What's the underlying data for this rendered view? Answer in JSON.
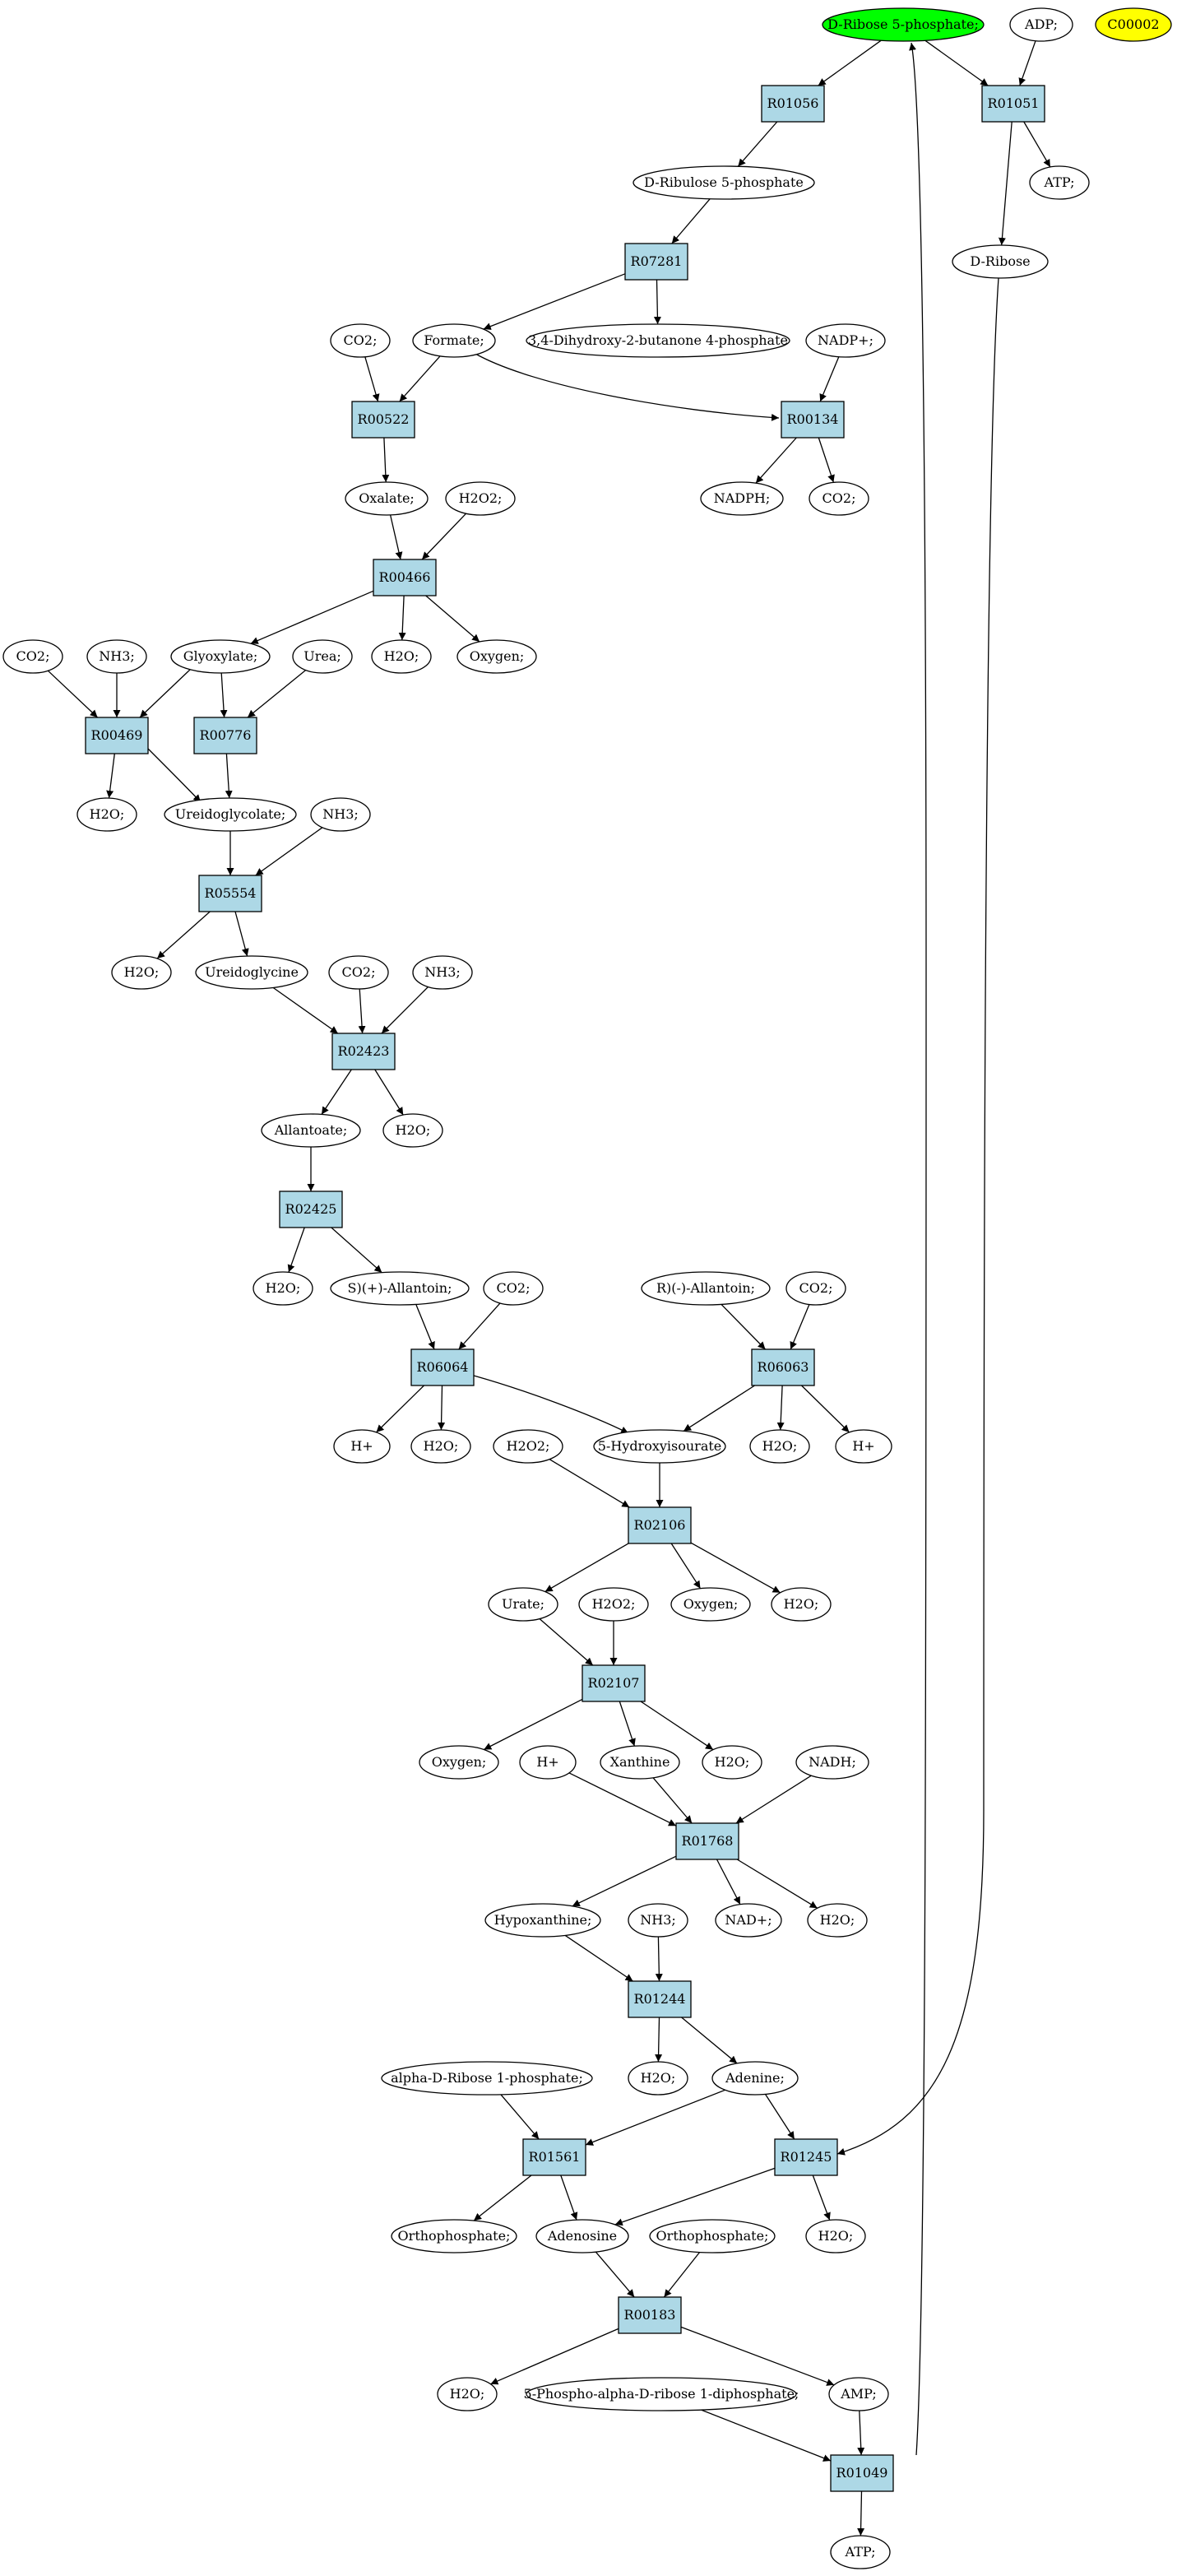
{
  "colors": {
    "reaction_fill": "#add8e6",
    "start_fill": "#00ff00",
    "highlight_fill": "#ffff00",
    "compound_fill": "#ffffff"
  },
  "nodes": [
    {
      "id": "c_r5p",
      "shape": "ellipse",
      "label": "D-Ribose 5-phosphate;",
      "fill": "start"
    },
    {
      "id": "c_adp",
      "shape": "ellipse",
      "label": "ADP;"
    },
    {
      "id": "c_c00002",
      "shape": "ellipse",
      "label": "C00002",
      "fill": "highlight"
    },
    {
      "id": "r_R01056",
      "shape": "box",
      "label": "R01056"
    },
    {
      "id": "r_R01051",
      "shape": "box",
      "label": "R01051"
    },
    {
      "id": "c_atp1",
      "shape": "ellipse",
      "label": "ATP;"
    },
    {
      "id": "c_ru5p",
      "shape": "ellipse",
      "label": "D-Ribulose 5-phosphate"
    },
    {
      "id": "c_dribose",
      "shape": "ellipse",
      "label": "D-Ribose"
    },
    {
      "id": "r_R07281",
      "shape": "box",
      "label": "R07281"
    },
    {
      "id": "c_co2_a",
      "shape": "ellipse",
      "label": "CO2;"
    },
    {
      "id": "c_formate",
      "shape": "ellipse",
      "label": "Formate;"
    },
    {
      "id": "c_dhbp",
      "shape": "ellipse",
      "label": "3,4-Dihydroxy-2-butanone 4-phosphate"
    },
    {
      "id": "c_nadp",
      "shape": "ellipse",
      "label": "NADP+;"
    },
    {
      "id": "r_R00522",
      "shape": "box",
      "label": "R00522"
    },
    {
      "id": "r_R00134",
      "shape": "box",
      "label": "R00134"
    },
    {
      "id": "c_nadph",
      "shape": "ellipse",
      "label": "NADPH;"
    },
    {
      "id": "c_co2_b",
      "shape": "ellipse",
      "label": "CO2;"
    },
    {
      "id": "c_oxalate",
      "shape": "ellipse",
      "label": "Oxalate;"
    },
    {
      "id": "c_h2o2_a",
      "shape": "ellipse",
      "label": "H2O2;"
    },
    {
      "id": "r_R00466",
      "shape": "box",
      "label": "R00466"
    },
    {
      "id": "c_co2_c",
      "shape": "ellipse",
      "label": "CO2;"
    },
    {
      "id": "c_nh3_a",
      "shape": "ellipse",
      "label": "NH3;"
    },
    {
      "id": "c_glyoxylate",
      "shape": "ellipse",
      "label": "Glyoxylate;"
    },
    {
      "id": "c_urea",
      "shape": "ellipse",
      "label": "Urea;"
    },
    {
      "id": "c_h2o_a",
      "shape": "ellipse",
      "label": "H2O;"
    },
    {
      "id": "c_oxygen_a",
      "shape": "ellipse",
      "label": "Oxygen;"
    },
    {
      "id": "r_R00469",
      "shape": "box",
      "label": "R00469"
    },
    {
      "id": "r_R00776",
      "shape": "box",
      "label": "R00776"
    },
    {
      "id": "c_h2o_b",
      "shape": "ellipse",
      "label": "H2O;"
    },
    {
      "id": "c_ureidoglycolate",
      "shape": "ellipse",
      "label": "Ureidoglycolate;"
    },
    {
      "id": "c_nh3_b",
      "shape": "ellipse",
      "label": "NH3;"
    },
    {
      "id": "r_R05554",
      "shape": "box",
      "label": "R05554"
    },
    {
      "id": "c_h2o_c",
      "shape": "ellipse",
      "label": "H2O;"
    },
    {
      "id": "c_ureidoglycine",
      "shape": "ellipse",
      "label": "Ureidoglycine"
    },
    {
      "id": "c_co2_d",
      "shape": "ellipse",
      "label": "CO2;"
    },
    {
      "id": "c_nh3_c",
      "shape": "ellipse",
      "label": "NH3;"
    },
    {
      "id": "r_R02423",
      "shape": "box",
      "label": "R02423"
    },
    {
      "id": "c_allantoate",
      "shape": "ellipse",
      "label": "Allantoate;"
    },
    {
      "id": "c_h2o_d",
      "shape": "ellipse",
      "label": "H2O;"
    },
    {
      "id": "r_R02425",
      "shape": "box",
      "label": "R02425"
    },
    {
      "id": "c_h2o_e",
      "shape": "ellipse",
      "label": "H2O;"
    },
    {
      "id": "c_s_allantoin",
      "shape": "ellipse",
      "label": "S)(+)-Allantoin;"
    },
    {
      "id": "c_co2_e",
      "shape": "ellipse",
      "label": "CO2;"
    },
    {
      "id": "c_r_allantoin",
      "shape": "ellipse",
      "label": "R)(-)-Allantoin;"
    },
    {
      "id": "c_co2_f",
      "shape": "ellipse",
      "label": "CO2;"
    },
    {
      "id": "r_R06064",
      "shape": "box",
      "label": "R06064"
    },
    {
      "id": "r_R06063",
      "shape": "box",
      "label": "R06063"
    },
    {
      "id": "c_hplus_a",
      "shape": "ellipse",
      "label": "H+"
    },
    {
      "id": "c_h2o_f",
      "shape": "ellipse",
      "label": "H2O;"
    },
    {
      "id": "c_h2o2_b",
      "shape": "ellipse",
      "label": "H2O2;"
    },
    {
      "id": "c_5hiu",
      "shape": "ellipse",
      "label": "5-Hydroxyisourate"
    },
    {
      "id": "c_h2o_g",
      "shape": "ellipse",
      "label": "H2O;"
    },
    {
      "id": "c_hplus_b",
      "shape": "ellipse",
      "label": "H+"
    },
    {
      "id": "r_R02106",
      "shape": "box",
      "label": "R02106"
    },
    {
      "id": "c_urate",
      "shape": "ellipse",
      "label": "Urate;"
    },
    {
      "id": "c_h2o2_c",
      "shape": "ellipse",
      "label": "H2O2;"
    },
    {
      "id": "c_oxygen_b",
      "shape": "ellipse",
      "label": "Oxygen;"
    },
    {
      "id": "c_h2o_h",
      "shape": "ellipse",
      "label": "H2O;"
    },
    {
      "id": "r_R02107",
      "shape": "box",
      "label": "R02107"
    },
    {
      "id": "c_oxygen_c",
      "shape": "ellipse",
      "label": "Oxygen;"
    },
    {
      "id": "c_hplus_c",
      "shape": "ellipse",
      "label": "H+"
    },
    {
      "id": "c_xanthine",
      "shape": "ellipse",
      "label": "Xanthine"
    },
    {
      "id": "c_h2o_i",
      "shape": "ellipse",
      "label": "H2O;"
    },
    {
      "id": "c_nadh",
      "shape": "ellipse",
      "label": "NADH;"
    },
    {
      "id": "r_R01768",
      "shape": "box",
      "label": "R01768"
    },
    {
      "id": "c_hypoxanthine",
      "shape": "ellipse",
      "label": "Hypoxanthine;"
    },
    {
      "id": "c_nh3_d",
      "shape": "ellipse",
      "label": "NH3;"
    },
    {
      "id": "c_nad",
      "shape": "ellipse",
      "label": "NAD+;"
    },
    {
      "id": "c_h2o_j",
      "shape": "ellipse",
      "label": "H2O;"
    },
    {
      "id": "r_R01244",
      "shape": "box",
      "label": "R01244"
    },
    {
      "id": "c_h2o_k",
      "shape": "ellipse",
      "label": "H2O;"
    },
    {
      "id": "c_adenine",
      "shape": "ellipse",
      "label": "Adenine;"
    },
    {
      "id": "c_ar1p",
      "shape": "ellipse",
      "label": "alpha-D-Ribose 1-phosphate;"
    },
    {
      "id": "r_R01561",
      "shape": "box",
      "label": "R01561"
    },
    {
      "id": "r_R01245",
      "shape": "box",
      "label": "R01245"
    },
    {
      "id": "c_orthophos_a",
      "shape": "ellipse",
      "label": "Orthophosphate;"
    },
    {
      "id": "c_adenosine",
      "shape": "ellipse",
      "label": "Adenosine"
    },
    {
      "id": "c_orthophos_b",
      "shape": "ellipse",
      "label": "Orthophosphate;"
    },
    {
      "id": "c_h2o_l",
      "shape": "ellipse",
      "label": "H2O;"
    },
    {
      "id": "r_R00183",
      "shape": "box",
      "label": "R00183"
    },
    {
      "id": "c_h2o_m",
      "shape": "ellipse",
      "label": "H2O;"
    },
    {
      "id": "c_prpp",
      "shape": "ellipse",
      "label": "5-Phospho-alpha-D-ribose 1-diphosphate;"
    },
    {
      "id": "c_amp",
      "shape": "ellipse",
      "label": "AMP;"
    },
    {
      "id": "r_R01049",
      "shape": "box",
      "label": "R01049"
    },
    {
      "id": "c_atp2",
      "shape": "ellipse",
      "label": "ATP;"
    }
  ],
  "edges": [
    [
      "c_r5p",
      "r_R01056"
    ],
    [
      "c_r5p",
      "r_R01051"
    ],
    [
      "c_adp",
      "r_R01051"
    ],
    [
      "r_R01056",
      "c_ru5p"
    ],
    [
      "r_R01051",
      "c_atp1"
    ],
    [
      "r_R01051",
      "c_dribose"
    ],
    [
      "c_ru5p",
      "r_R07281"
    ],
    [
      "r_R07281",
      "c_formate"
    ],
    [
      "r_R07281",
      "c_dhbp"
    ],
    [
      "c_co2_a",
      "r_R00522"
    ],
    [
      "c_formate",
      "r_R00522"
    ],
    [
      "c_formate",
      "r_R00134"
    ],
    [
      "c_nadp",
      "r_R00134"
    ],
    [
      "r_R00134",
      "c_nadph"
    ],
    [
      "r_R00134",
      "c_co2_b"
    ],
    [
      "r_R00522",
      "c_oxalate"
    ],
    [
      "c_oxalate",
      "r_R00466"
    ],
    [
      "c_h2o2_a",
      "r_R00466"
    ],
    [
      "r_R00466",
      "c_glyoxylate"
    ],
    [
      "r_R00466",
      "c_h2o_a"
    ],
    [
      "r_R00466",
      "c_oxygen_a"
    ],
    [
      "c_co2_c",
      "r_R00469"
    ],
    [
      "c_nh3_a",
      "r_R00469"
    ],
    [
      "c_glyoxylate",
      "r_R00469"
    ],
    [
      "c_glyoxylate",
      "r_R00776"
    ],
    [
      "c_urea",
      "r_R00776"
    ],
    [
      "r_R00469",
      "c_h2o_b"
    ],
    [
      "r_R00469",
      "c_ureidoglycolate"
    ],
    [
      "r_R00776",
      "c_ureidoglycolate"
    ],
    [
      "c_ureidoglycolate",
      "r_R05554"
    ],
    [
      "c_nh3_b",
      "r_R05554"
    ],
    [
      "r_R05554",
      "c_h2o_c"
    ],
    [
      "r_R05554",
      "c_ureidoglycine"
    ],
    [
      "c_ureidoglycine",
      "r_R02423"
    ],
    [
      "c_co2_d",
      "r_R02423"
    ],
    [
      "c_nh3_c",
      "r_R02423"
    ],
    [
      "r_R02423",
      "c_allantoate"
    ],
    [
      "r_R02423",
      "c_h2o_d"
    ],
    [
      "c_allantoate",
      "r_R02425"
    ],
    [
      "r_R02425",
      "c_h2o_e"
    ],
    [
      "r_R02425",
      "c_s_allantoin"
    ],
    [
      "c_s_allantoin",
      "r_R06064"
    ],
    [
      "c_co2_e",
      "r_R06064"
    ],
    [
      "c_r_allantoin",
      "r_R06063"
    ],
    [
      "c_co2_f",
      "r_R06063"
    ],
    [
      "r_R06064",
      "c_hplus_a"
    ],
    [
      "r_R06064",
      "c_h2o_f"
    ],
    [
      "r_R06064",
      "c_5hiu"
    ],
    [
      "r_R06063",
      "c_5hiu"
    ],
    [
      "r_R06063",
      "c_h2o_g"
    ],
    [
      "r_R06063",
      "c_hplus_b"
    ],
    [
      "c_h2o2_b",
      "r_R02106"
    ],
    [
      "c_5hiu",
      "r_R02106"
    ],
    [
      "r_R02106",
      "c_urate"
    ],
    [
      "r_R02106",
      "c_oxygen_b"
    ],
    [
      "r_R02106",
      "c_h2o_h"
    ],
    [
      "c_urate",
      "r_R02107"
    ],
    [
      "c_h2o2_c",
      "r_R02107"
    ],
    [
      "r_R02107",
      "c_oxygen_c"
    ],
    [
      "r_R02107",
      "c_xanthine"
    ],
    [
      "r_R02107",
      "c_h2o_i"
    ],
    [
      "c_hplus_c",
      "r_R01768"
    ],
    [
      "c_xanthine",
      "r_R01768"
    ],
    [
      "c_nadh",
      "r_R01768"
    ],
    [
      "r_R01768",
      "c_hypoxanthine"
    ],
    [
      "r_R01768",
      "c_nad"
    ],
    [
      "r_R01768",
      "c_h2o_j"
    ],
    [
      "c_hypoxanthine",
      "r_R01244"
    ],
    [
      "c_nh3_d",
      "r_R01244"
    ],
    [
      "r_R01244",
      "c_h2o_k"
    ],
    [
      "r_R01244",
      "c_adenine"
    ],
    [
      "c_ar1p",
      "r_R01561"
    ],
    [
      "c_adenine",
      "r_R01561"
    ],
    [
      "c_adenine",
      "r_R01245"
    ],
    [
      "c_dribose",
      "r_R01245"
    ],
    [
      "r_R01561",
      "c_orthophos_a"
    ],
    [
      "r_R01561",
      "c_adenosine"
    ],
    [
      "r_R01245",
      "c_adenosine"
    ],
    [
      "r_R01245",
      "c_h2o_l"
    ],
    [
      "c_adenosine",
      "r_R00183"
    ],
    [
      "c_orthophos_b",
      "r_R00183"
    ],
    [
      "r_R00183",
      "c_h2o_m"
    ],
    [
      "r_R00183",
      "c_amp"
    ],
    [
      "c_prpp",
      "r_R01049"
    ],
    [
      "c_amp",
      "r_R01049"
    ],
    [
      "r_R01049",
      "c_atp2"
    ],
    [
      "r_R01049",
      "c_r5p"
    ]
  ]
}
